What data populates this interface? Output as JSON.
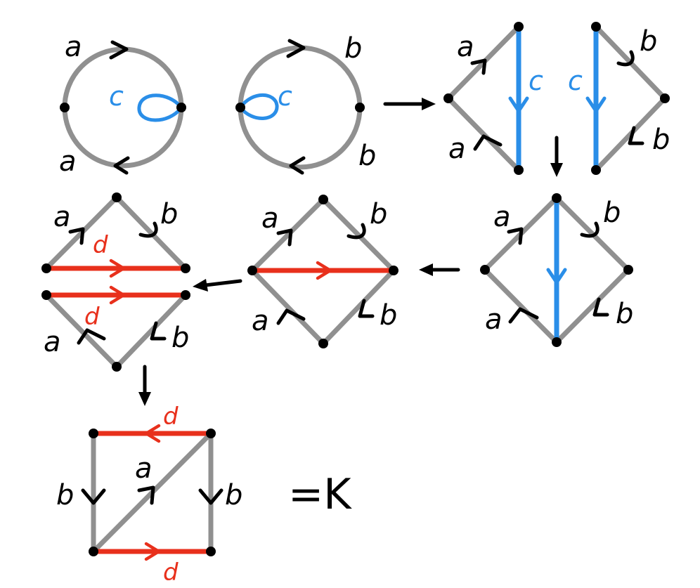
{
  "labels": {
    "a": "a",
    "b": "b",
    "c": "c",
    "d": "d",
    "result": "=K"
  },
  "colors": {
    "edge": "#909090",
    "c_edge": "#2a8ee8",
    "d_edge": "#e8301c",
    "ink": "#000000"
  }
}
